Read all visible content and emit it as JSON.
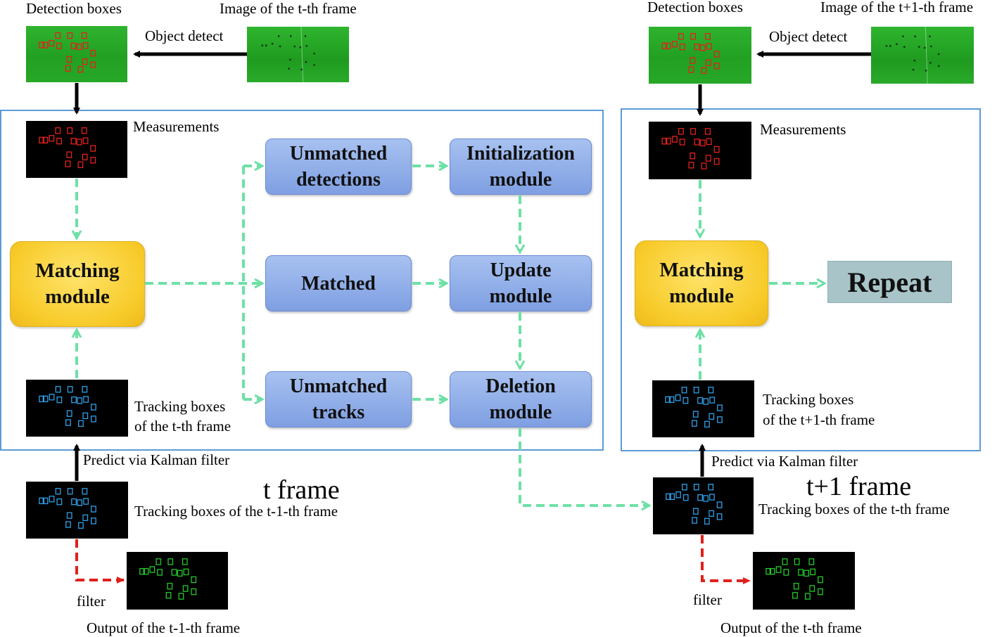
{
  "left": {
    "detection_boxes": "Detection boxes",
    "image_frame": "Image  of the t-th  frame",
    "object_detect": "Object detect",
    "measurements": "Measurements",
    "matching": "Matching\nmodule",
    "unmatched_detections": "Unmatched\ndetections",
    "matched": "Matched",
    "unmatched_tracks": "Unmatched\ntracks",
    "initialization": "Initialization\nmodule",
    "update": "Update\nmodule",
    "deletion": "Deletion\nmodule",
    "tracking_line1": "Tracking  boxes",
    "tracking_line2": "of the t-th frame",
    "predict": "Predict via Kalman  filter",
    "frame_title": "t frame",
    "tracking_prev": "Tracking  boxes of the t-1-th frame",
    "filter": "filter",
    "output": "Output of the t-1-th frame"
  },
  "right": {
    "detection_boxes": "Detection boxes",
    "image_frame": "Image  of the t+1-th  frame",
    "object_detect": "Object detect",
    "measurements": "Measurements",
    "matching": "Matching\nmodule",
    "repeat": "Repeat",
    "tracking_line1": "Tracking  boxes",
    "tracking_line2": "of the t+1-th frame",
    "predict": "Predict via Kalman  filter",
    "frame_title": "t+1  frame",
    "tracking_prev": "Tracking  boxes of the t-th frame",
    "filter": "filter",
    "output": "Output of the t-th frame"
  },
  "colors": {
    "frame_border": "#5b9bd5",
    "dashed_arrow": "#6ee0a6",
    "filter_arrow": "#e0201c",
    "detection_box": "#e0221c",
    "tracking_box": "#2f9fe8",
    "output_box": "#22c92a"
  }
}
